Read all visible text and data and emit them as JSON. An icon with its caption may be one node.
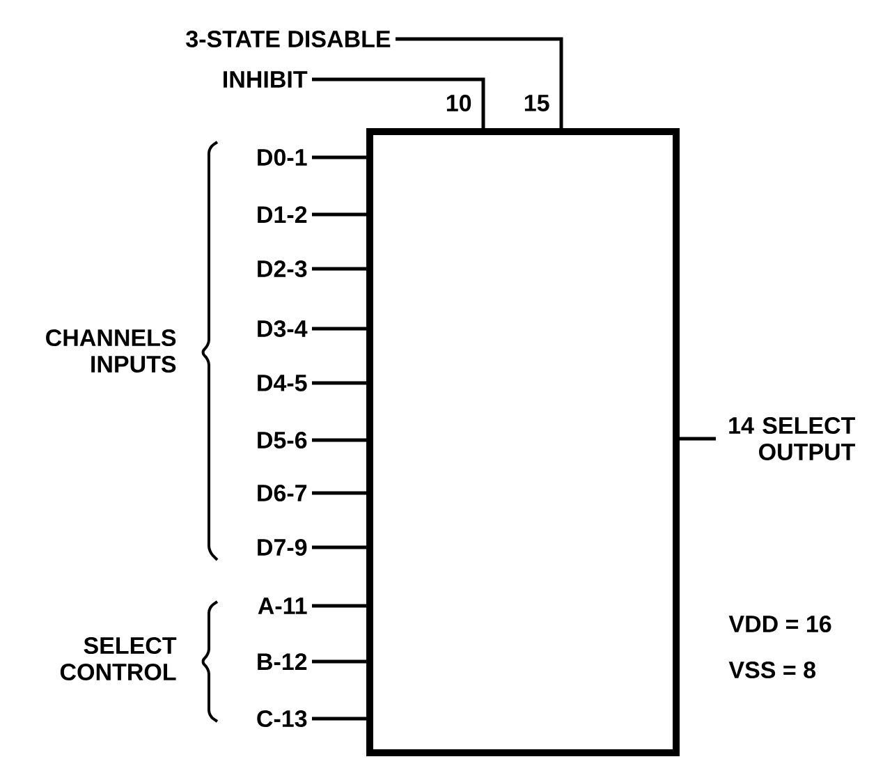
{
  "diagram": {
    "nodes": [
      {
        "text": [],
        "shape": "box"
      },
      {
        "text": [
          "3-STATE DISABLE"
        ]
      },
      {
        "text": [
          "INHIBIT"
        ]
      },
      {
        "text": [
          "D0-1"
        ]
      },
      {
        "text": [
          "D1-2"
        ]
      },
      {
        "text": [
          "D2-3"
        ]
      },
      {
        "text": [
          "D3-4"
        ]
      },
      {
        "text": [
          "D4-5"
        ]
      },
      {
        "text": [
          "D5-6"
        ]
      },
      {
        "text": [
          "D6-7"
        ]
      },
      {
        "text": [
          "D7-9"
        ]
      },
      {
        "text": [
          "A-11"
        ]
      },
      {
        "text": [
          "B-12"
        ]
      },
      {
        "text": [
          "C-13"
        ]
      },
      {
        "text": [
          "14 SELECT OUTPUT"
        ]
      }
    ],
    "edges": [
      {
        "from": 1,
        "to": 0,
        "arrow": "none"
      },
      {
        "from": 2,
        "to": 0,
        "arrow": "none"
      },
      {
        "from": 3,
        "to": 0,
        "arrow": "none"
      },
      {
        "from": 4,
        "to": 0,
        "arrow": "none"
      },
      {
        "from": 5,
        "to": 0,
        "arrow": "none"
      },
      {
        "from": 6,
        "to": 0,
        "arrow": "none"
      },
      {
        "from": 7,
        "to": 0,
        "arrow": "none"
      },
      {
        "from": 8,
        "to": 0,
        "arrow": "none"
      },
      {
        "from": 9,
        "to": 0,
        "arrow": "none"
      },
      {
        "from": 10,
        "to": 0,
        "arrow": "none"
      },
      {
        "from": 11,
        "to": 0,
        "arrow": "none"
      },
      {
        "from": 12,
        "to": 0,
        "arrow": "none"
      },
      {
        "from": 13,
        "to": 0,
        "arrow": "none"
      },
      {
        "from": 0,
        "to": 14,
        "arrow": "none"
      }
    ],
    "labels": [
      "10",
      "15",
      "CHANNELS INPUTS",
      "SELECT CONTROL",
      "VDD = 16",
      "VSS = 8"
    ]
  }
}
